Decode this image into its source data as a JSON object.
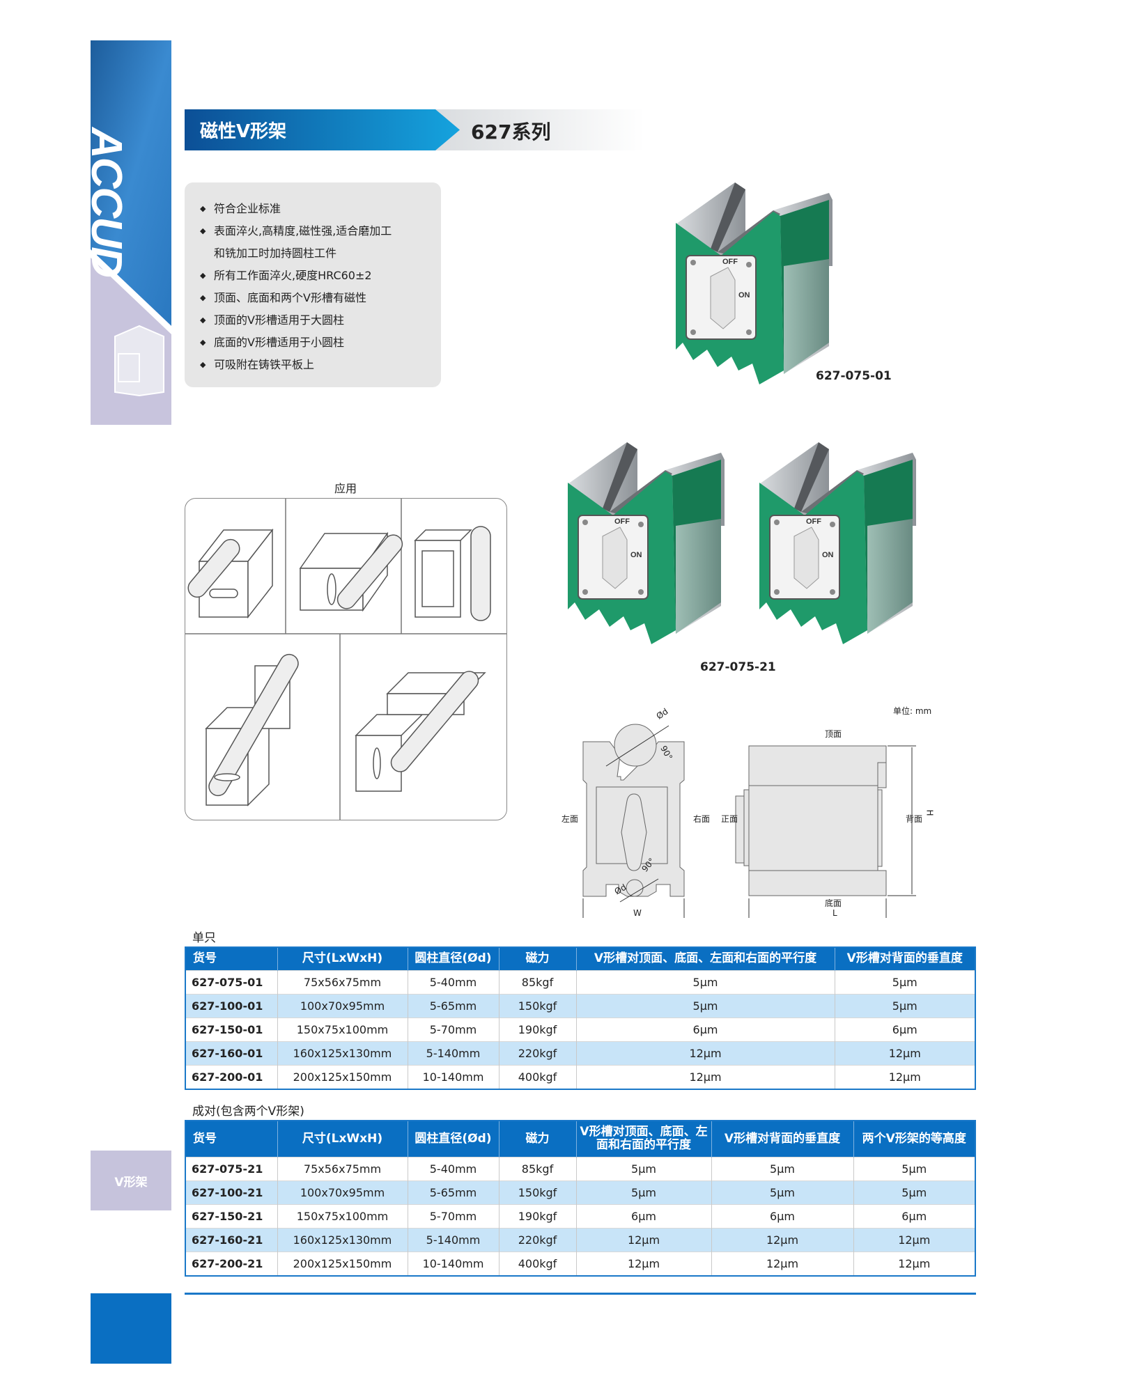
{
  "sidebar": {
    "logo": "ACCUD",
    "tab_label": "V形架"
  },
  "header": {
    "title": "磁性V形架",
    "series": "627系列"
  },
  "features": [
    {
      "text": "符合企业标准",
      "bullet": true
    },
    {
      "text": "表面淬火,高精度,磁性强,适合磨加工",
      "bullet": true
    },
    {
      "text": "和铣加工时加持圆柱工件",
      "bullet": false
    },
    {
      "text": "所有工作面淬火,硬度HRC60±2",
      "bullet": true
    },
    {
      "text": "顶面、底面和两个V形槽有磁性",
      "bullet": true
    },
    {
      "text": "顶面的V形槽适用于大圆柱",
      "bullet": true
    },
    {
      "text": "底面的V形槽适用于小圆柱",
      "bullet": true
    },
    {
      "text": "可吸附在铸铁平板上",
      "bullet": true
    }
  ],
  "products": {
    "single_label": "627-075-01",
    "pair_label": "627-075-21",
    "switch_on": "ON",
    "switch_off": "OFF"
  },
  "application": {
    "label": "应用"
  },
  "diagram": {
    "unit": "单位: mm",
    "top": "顶面",
    "bottom": "底面",
    "left": "左面",
    "right": "右面",
    "front": "正面",
    "back": "背面",
    "w": "W",
    "l": "L",
    "h": "H",
    "od": "Ød",
    "angle": "90°"
  },
  "table_single": {
    "label": "单只",
    "headers": [
      "货号",
      "尺寸(LxWxH)",
      "圆柱直径(Ød)",
      "磁力",
      "V形槽对顶面、底面、左面和右面的平行度",
      "V形槽对背面的垂直度"
    ],
    "rows": [
      [
        "627-075-01",
        "75x56x75mm",
        "5-40mm",
        "85kgf",
        "5μm",
        "5μm"
      ],
      [
        "627-100-01",
        "100x70x95mm",
        "5-65mm",
        "150kgf",
        "5μm",
        "5μm"
      ],
      [
        "627-150-01",
        "150x75x100mm",
        "5-70mm",
        "190kgf",
        "6μm",
        "6μm"
      ],
      [
        "627-160-01",
        "160x125x130mm",
        "5-140mm",
        "220kgf",
        "12μm",
        "12μm"
      ],
      [
        "627-200-01",
        "200x125x150mm",
        "10-140mm",
        "400kgf",
        "12μm",
        "12μm"
      ]
    ]
  },
  "table_pair": {
    "label": "成对(包含两个V形架)",
    "headers": [
      "货号",
      "尺寸(LxWxH)",
      "圆柱直径(Ød)",
      "磁力",
      "V形槽对顶面、底面、左面和右面的平行度",
      "V形槽对背面的垂直度",
      "两个V形架的等高度"
    ],
    "rows": [
      [
        "627-075-21",
        "75x56x75mm",
        "5-40mm",
        "85kgf",
        "5μm",
        "5μm",
        "5μm"
      ],
      [
        "627-100-21",
        "100x70x95mm",
        "5-65mm",
        "150kgf",
        "5μm",
        "5μm",
        "5μm"
      ],
      [
        "627-150-21",
        "150x75x100mm",
        "5-70mm",
        "190kgf",
        "6μm",
        "6μm",
        "6μm"
      ],
      [
        "627-160-21",
        "160x125x130mm",
        "5-140mm",
        "220kgf",
        "12μm",
        "12μm",
        "12μm"
      ],
      [
        "627-200-21",
        "200x125x150mm",
        "10-140mm",
        "400kgf",
        "12μm",
        "12μm",
        "12μm"
      ]
    ]
  },
  "colors": {
    "brand_blue": "#0a6fc2",
    "row_alt": "#c8e4f8",
    "lavender": "#c6c3dc",
    "green": "#1f9a6a"
  }
}
